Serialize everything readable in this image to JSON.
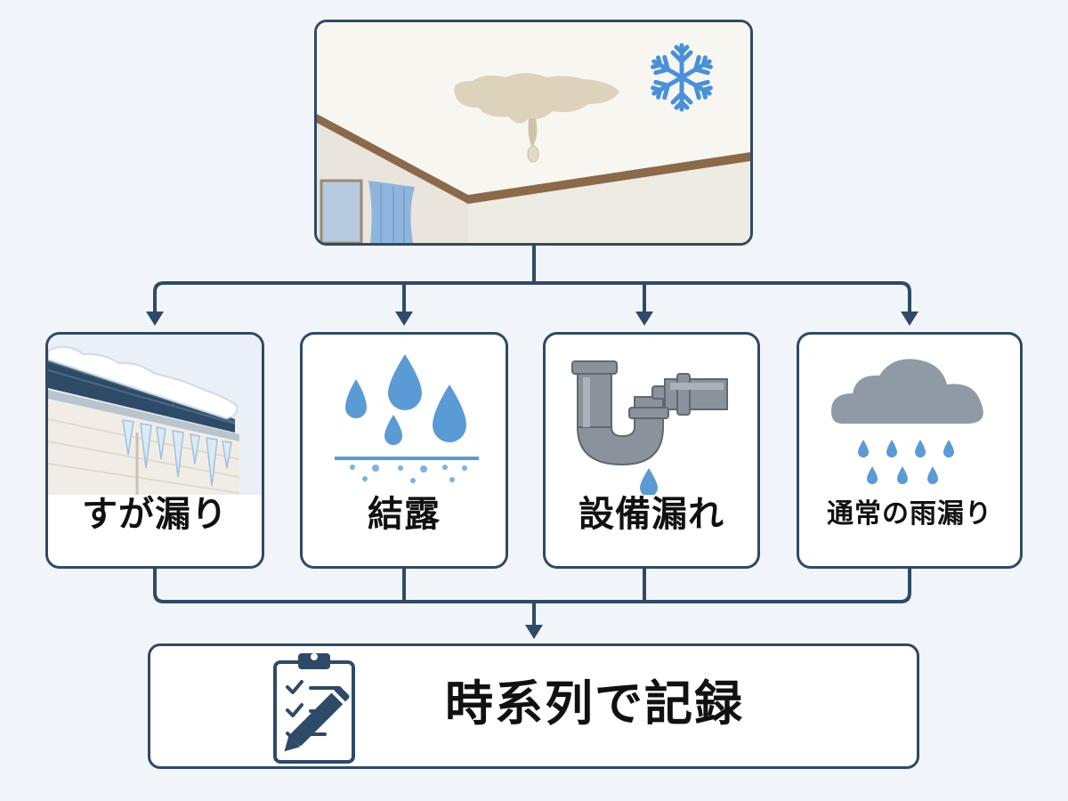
{
  "causes": [
    {
      "label": "すが漏り",
      "icon": "icicle-roof-icon"
    },
    {
      "label": "結露",
      "icon": "condensation-drops-icon"
    },
    {
      "label": "設備漏れ",
      "icon": "leaking-pipe-icon"
    },
    {
      "label": "通常の雨漏り",
      "icon": "rain-cloud-icon"
    }
  ],
  "record": {
    "label": "時系列で記録",
    "icon": "clipboard-pencil-icon"
  },
  "colors": {
    "line": "#2f4a66",
    "water": "#5b9bd5",
    "snowflake": "#4a90d9",
    "pipe": "#8a939c",
    "cloud": "#8f9aa6",
    "stain": "#ddd3bd"
  }
}
